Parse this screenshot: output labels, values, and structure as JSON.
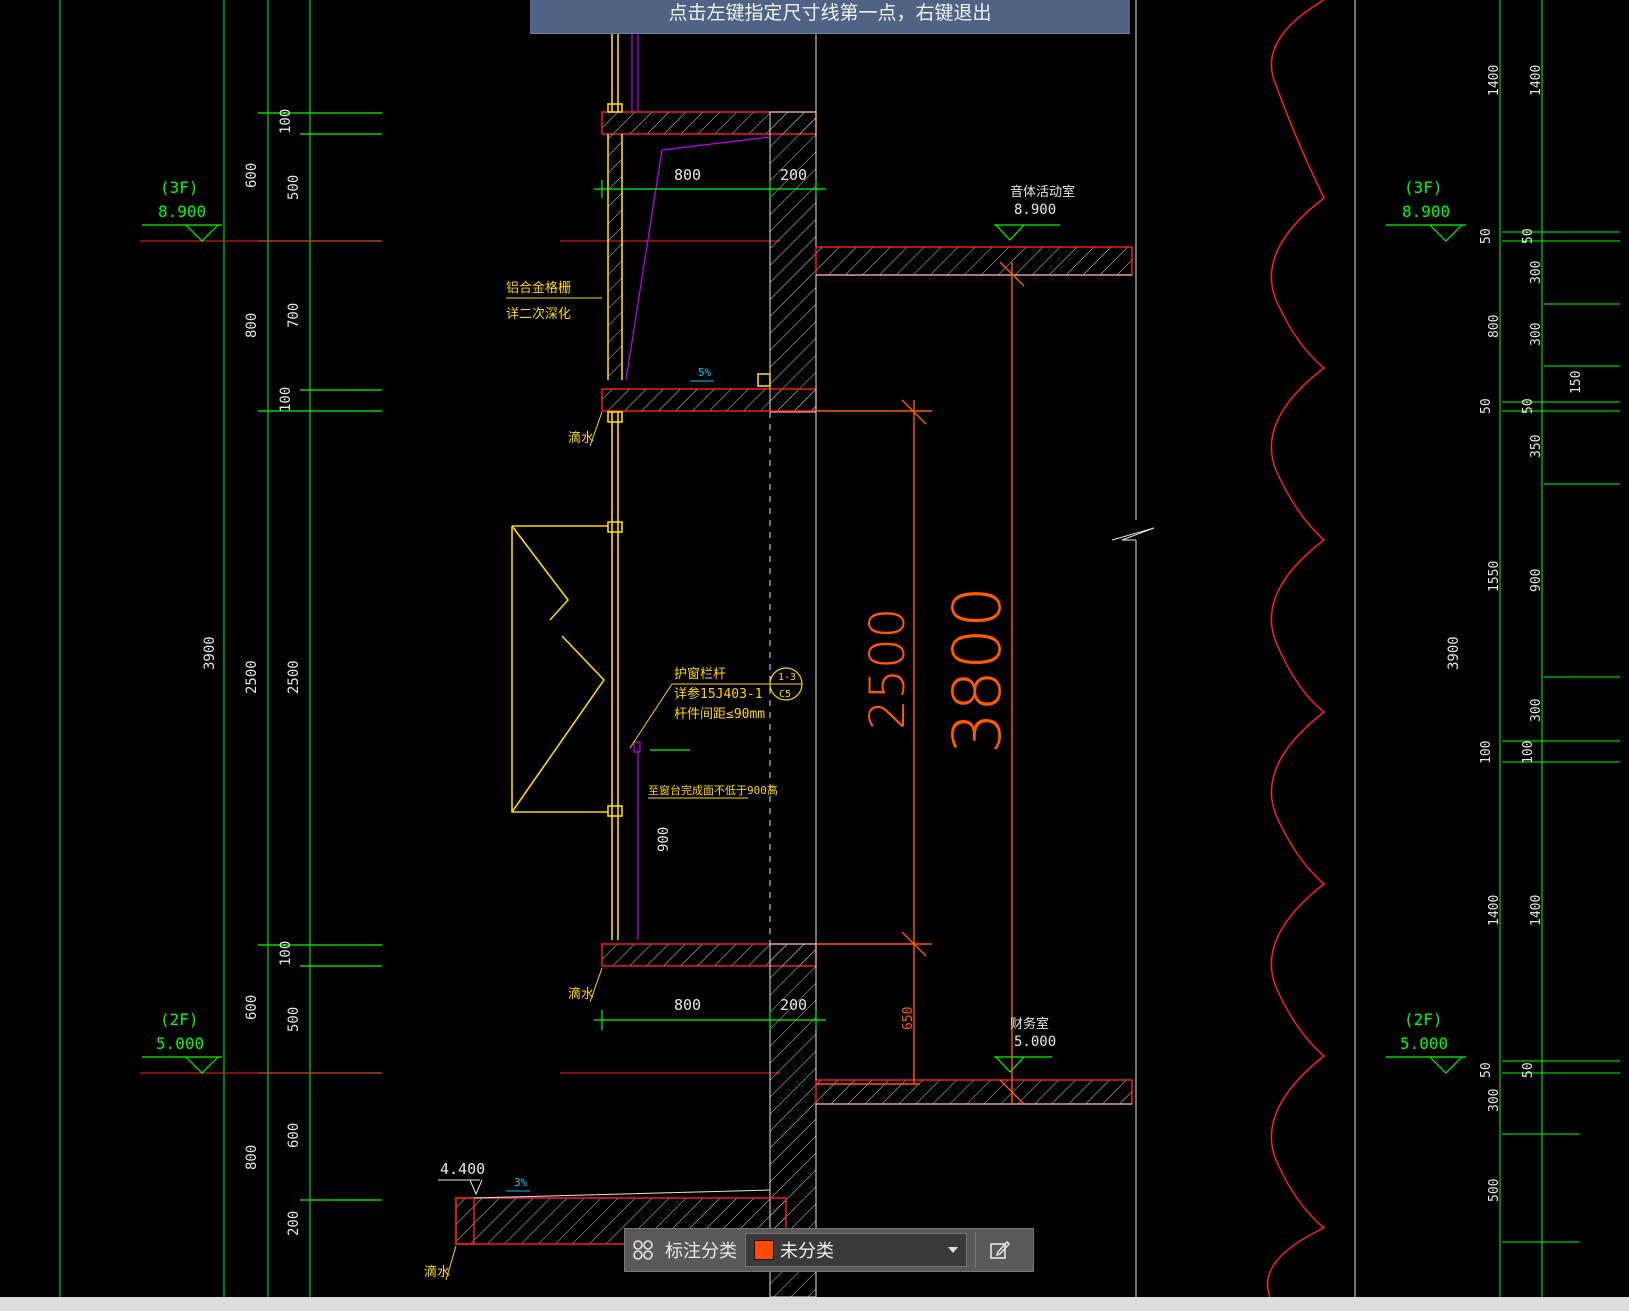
{
  "banner": {
    "text": "点击左键指定尺寸线第一点，右键退出"
  },
  "drawing": {
    "colors": {
      "green": "#00ff00",
      "red": "#ff2020",
      "yellow": "#ffd700",
      "orange": "#ff5a00",
      "magenta": "#c000ff",
      "white": "#e6e6e6",
      "cyan": "#00c8ff"
    },
    "level_marks": [
      {
        "floor": "(3F)",
        "elev": "8.900"
      },
      {
        "floor": "(2F)",
        "elev": "5.000"
      },
      {
        "floor": "(3F)",
        "elev": "8.900"
      },
      {
        "floor": "(2F)",
        "elev": "5.000"
      }
    ],
    "room_labels": [
      {
        "name": "音体活动室",
        "elev": "8.900"
      },
      {
        "name": "财务室",
        "elev": "5.000"
      }
    ],
    "left_dims_col1": [
      "3900"
    ],
    "left_dims_col2": [
      "600",
      "800",
      "2500",
      "600",
      "800"
    ],
    "left_dims_col3": [
      "100",
      "500",
      "700",
      "100",
      "2500",
      "100",
      "500",
      "600",
      "200"
    ],
    "right_dims_col1": [
      "3900"
    ],
    "right_dims_col2": [
      "1400",
      "50",
      "800",
      "50",
      "1550",
      "100",
      "1400",
      "50",
      "300",
      "500"
    ],
    "right_dims_col3": [
      "1400",
      "50",
      "300",
      "300",
      "50",
      "350",
      "900",
      "300",
      "100",
      "1400",
      "50"
    ],
    "right_dim_extra": "150",
    "center_dims": {
      "w800": "800",
      "w200": "200",
      "h900": "900",
      "h650": "650",
      "big2500": "2500",
      "big3800": "3800"
    },
    "annotations": {
      "alu_louver_1": "铝合金格栅",
      "alu_louver_2": "详二次深化",
      "drip_1": "滴水",
      "drip_2": "滴水",
      "drip_3": "滴水",
      "rail_1": "护窗栏杆",
      "rail_2": "详参15J403-1",
      "rail_3": "杆件间距≤90mm",
      "rail_4": "至窗台完成面不低于900高",
      "slope_1": "5%",
      "slope_2": "3%",
      "elev_4400": "4.400",
      "detail_top": "1-3",
      "detail_bottom": "C5"
    }
  },
  "toolbar": {
    "label": "标注分类",
    "category_value": "未分类",
    "category_color": "#ff4a00",
    "icons": [
      "layers-icon",
      "edit-icon"
    ]
  }
}
